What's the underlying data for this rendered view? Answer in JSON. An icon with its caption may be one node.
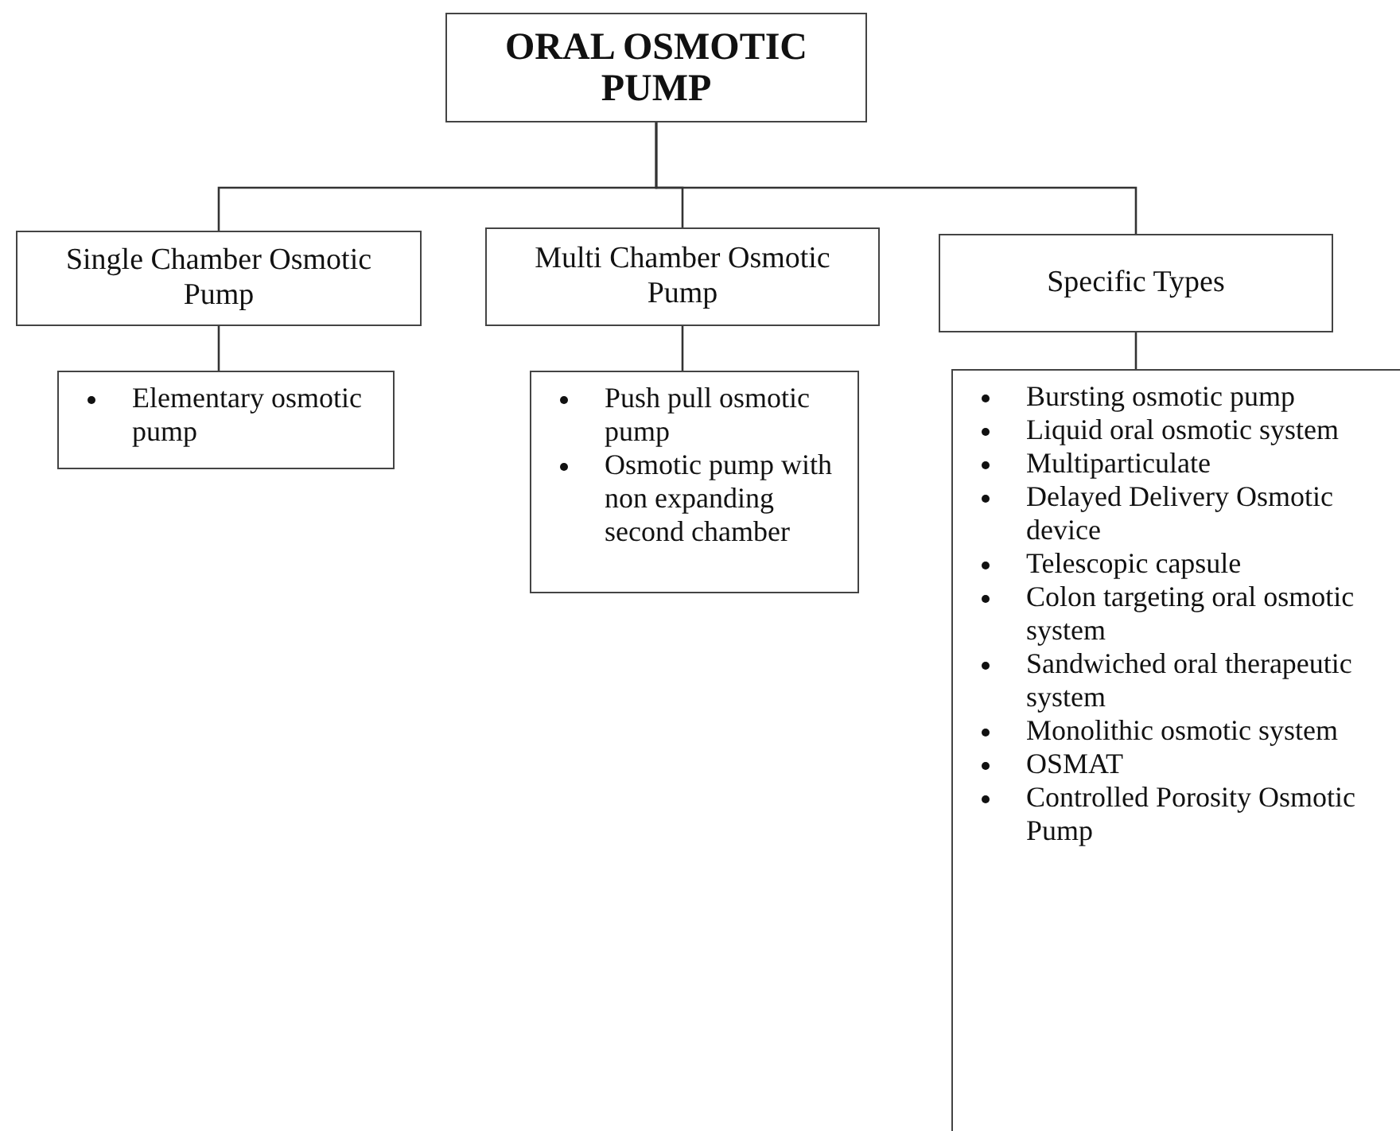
{
  "diagram": {
    "nodes": [
      {
        "text": [
          "ORAL OSMOTIC PUMP"
        ]
      },
      {
        "text": [
          "Single Chamber Osmotic Pump"
        ]
      },
      {
        "text": [
          "Multi Chamber Osmotic Pump"
        ]
      },
      {
        "text": [
          "Specific Types"
        ]
      },
      {
        "text": [
          "Elementary osmotic pump"
        ]
      },
      {
        "text": [
          "Push pull osmotic pump",
          "Osmotic pump with non expanding second chamber"
        ]
      },
      {
        "text": [
          "Bursting osmotic pump",
          "Liquid oral osmotic system",
          "Multiparticulate",
          "Delayed Delivery Osmotic device",
          "Telescopic capsule",
          "Colon targeting oral osmotic system",
          "Sandwiched oral therapeutic system",
          "Monolithic osmotic system",
          "OSMAT",
          "Controlled Porosity Osmotic Pump"
        ]
      }
    ],
    "edges": [
      {
        "from": 0,
        "to": 1,
        "arrow": "none"
      },
      {
        "from": 0,
        "to": 2,
        "arrow": "none"
      },
      {
        "from": 0,
        "to": 3,
        "arrow": "none"
      },
      {
        "from": 1,
        "to": 4,
        "arrow": "none"
      },
      {
        "from": 2,
        "to": 5,
        "arrow": "none"
      },
      {
        "from": 3,
        "to": 6,
        "arrow": "none"
      }
    ]
  }
}
